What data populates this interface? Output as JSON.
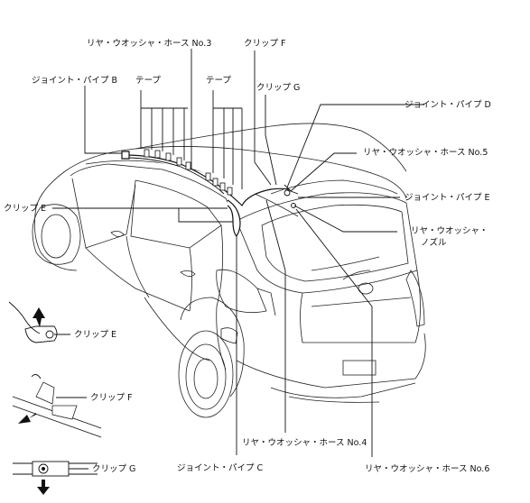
{
  "labels": {
    "hose_no3": "リヤ・ウオッシャ・ホース No.3",
    "clip_f_top": "クリップ F",
    "joint_b": "ジョイント・パイプ B",
    "tape_1": "テープ",
    "tape_2": "テープ",
    "clip_g_top": "クリップ G",
    "joint_d": "ジョイント・パイプ D",
    "hose_no5": "リヤ・ウオッシャ・ホース No.5",
    "clip_e_left": "クリップ E",
    "joint_e": "ジョイント・パイプ E",
    "nozzle_line1": "リヤ・ウオッシャ・",
    "nozzle_line2": "ノズル",
    "detail_clip_e": "クリップ E",
    "detail_clip_f": "クリップ F",
    "detail_clip_g": "クリップ G",
    "joint_c": "ジョイント・パイプ C",
    "hose_no4": "リヤ・ウオッシャ・ホース No.4",
    "hose_no6": "リヤ・ウオッシャ・ホース No.6"
  }
}
